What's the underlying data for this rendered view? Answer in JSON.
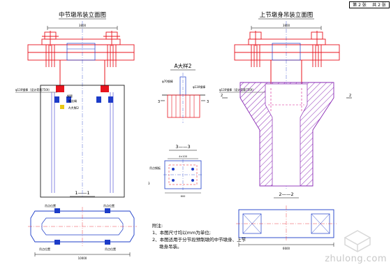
{
  "sheet": {
    "page": "第 2 张",
    "total": "共 2 张"
  },
  "titles": {
    "mid_pier": "中节墩吊装立面图",
    "upper_pier": "上节墩身吊装立面图",
    "detail_a": "A大样2",
    "section_33": "3——3",
    "section_11": "1——1",
    "section_22": "2——2"
  },
  "dimensions": {
    "top_span_left": "3800",
    "top_span_right": "3800",
    "side_left": "2",
    "side_right": "2",
    "mark_3_left": "3",
    "mark_3_right": "3",
    "mark_1_left": "1",
    "mark_1_right": "1",
    "sec33_top": "4×100",
    "sec33_bottom": "600",
    "sec11_bottom": "10000",
    "sec22_bottom": "6600"
  },
  "labels": {
    "wire_left": "φ130钢棒（设计荷载750t）",
    "wire_right": "φ130钢棒（设计荷载750t）",
    "steel_left": "钢管",
    "steel_mid": "钢丝绳",
    "a_detail_ref": "A大样2",
    "detail_note_1": "φ70钢棒",
    "detail_note_2": "φ130钢棒",
    "sec11_tag_tl": "吊点位置",
    "sec11_tag_tr": "吊点位置",
    "sec11_tag_bl": "吊点位置",
    "sec11_tag_br": "吊点位置",
    "sec33_label": "吊点钢板"
  },
  "notes": {
    "heading": "附注:",
    "line1": "1、本图尺寸均以mm为单位;",
    "line2": "2、本图适用于分节段预制墩的中节墩身、上节",
    "line3": "墩身吊装。"
  },
  "watermark": "zhulong.com",
  "colors": {
    "line": "#000000",
    "lift": "#e8141e",
    "blue": "#1c3cc8",
    "pier": "#3a3ad0",
    "hatch": "#8a2ab5",
    "magenta": "#d4148c"
  }
}
